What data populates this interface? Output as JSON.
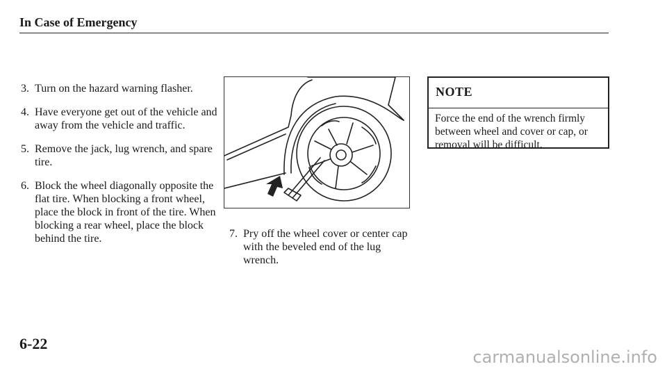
{
  "header": {
    "title": "In Case of Emergency"
  },
  "steps": [
    {
      "num": "3.",
      "text": "Turn on the hazard warning flasher."
    },
    {
      "num": "4.",
      "text": "Have everyone get out of the vehicle and away from the vehicle and traffic."
    },
    {
      "num": "5.",
      "text": "Remove the jack, lug wrench, and spare tire."
    },
    {
      "num": "6.",
      "text": "Block the wheel diagonally opposite the flat tire. When blocking a front wheel, place the block in front of the tire. When blocking a rear wheel, place the block behind the tire."
    }
  ],
  "step7": {
    "num": "7.",
    "text": "Pry off the wheel cover or center cap with the beveled end of the lug wrench."
  },
  "note": {
    "title": "NOTE",
    "body": "Force the end of the wrench firmly between wheel and cover or cap, or removal will be difficult."
  },
  "figure": {
    "icon": "wheel-cover-removal-illustration"
  },
  "page_number": "6-22",
  "watermark": "carmanualsonline.info"
}
